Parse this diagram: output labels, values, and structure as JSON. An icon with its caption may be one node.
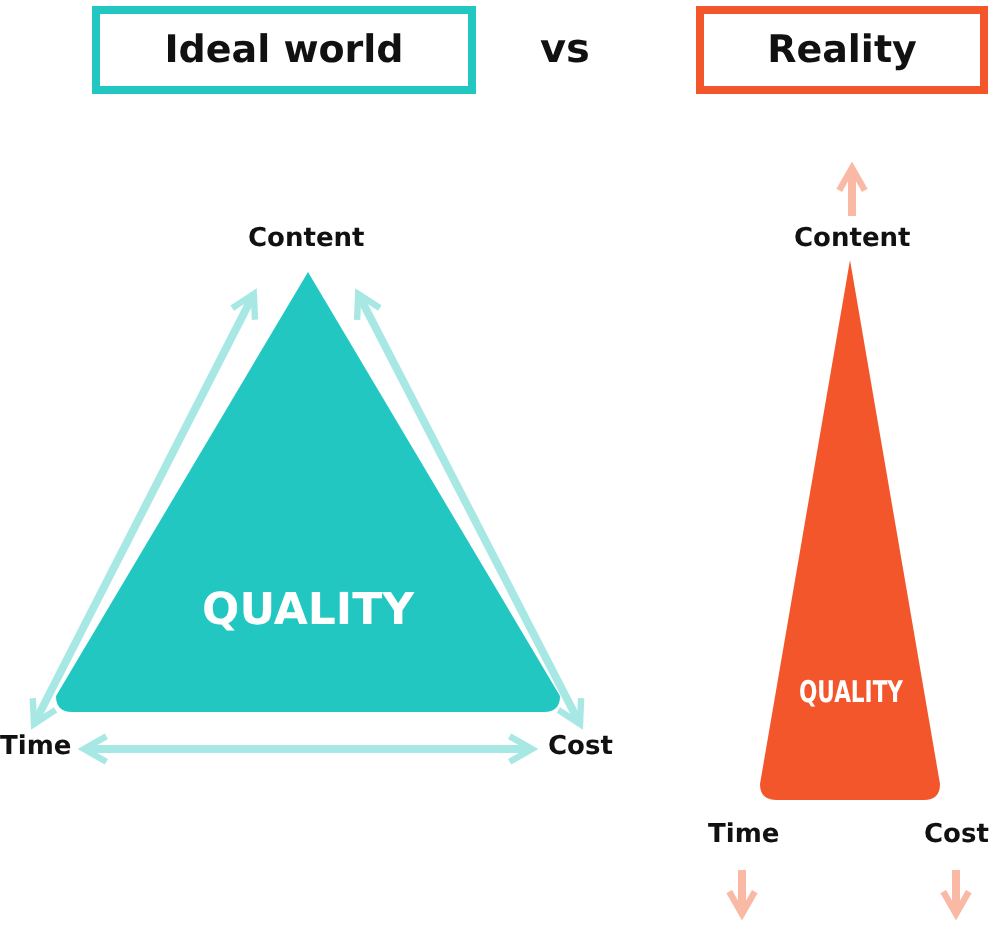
{
  "diagram": {
    "nodes": [
      {
        "text": [
          "Ideal world"
        ]
      },
      {
        "text": [
          "Reality"
        ]
      },
      {
        "text": [
          "Content"
        ]
      },
      {
        "text": [
          "QUALITY"
        ]
      },
      {
        "text": [
          "Time"
        ]
      },
      {
        "text": [
          "Cost"
        ]
      },
      {
        "text": [
          "Content"
        ]
      },
      {
        "text": [
          "QUALITY"
        ]
      },
      {
        "text": [
          "Time"
        ]
      },
      {
        "text": [
          "Cost"
        ]
      }
    ],
    "edges": [
      {
        "from": 2,
        "to": 4,
        "arrow": "both",
        "color": "#a8e8e4"
      },
      {
        "from": 2,
        "to": 5,
        "arrow": "both",
        "color": "#a8e8e4"
      },
      {
        "from": 4,
        "to": 5,
        "arrow": "both",
        "color": "#a8e8e4"
      },
      {
        "from": 6,
        "to": null,
        "arrow": "to",
        "color": "#f9b9a5"
      },
      {
        "from": 8,
        "to": null,
        "arrow": "to",
        "color": "#f9b9a5"
      },
      {
        "from": 9,
        "to": null,
        "arrow": "to",
        "color": "#f9b9a5"
      }
    ],
    "labels": [
      "vs"
    ]
  }
}
